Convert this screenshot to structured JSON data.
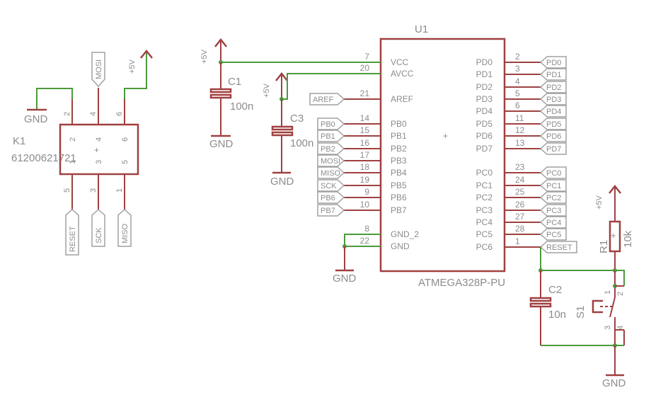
{
  "mcu": {
    "name": "U1",
    "value": "ATMEGA328P-PU",
    "left_pins": [
      {
        "num": "7",
        "name": "VCC"
      },
      {
        "num": "20",
        "name": "AVCC"
      },
      {
        "num": "21",
        "name": "AREF"
      },
      {
        "num": "14",
        "name": "PB0"
      },
      {
        "num": "15",
        "name": "PB1"
      },
      {
        "num": "16",
        "name": "PB2"
      },
      {
        "num": "17",
        "name": "PB3"
      },
      {
        "num": "18",
        "name": "PB4"
      },
      {
        "num": "19",
        "name": "PB5"
      },
      {
        "num": "9",
        "name": "PB6"
      },
      {
        "num": "10",
        "name": "PB7"
      },
      {
        "num": "8",
        "name": "GND_2"
      },
      {
        "num": "22",
        "name": "GND"
      }
    ],
    "right_pins": [
      {
        "num": "2",
        "name": "PD0"
      },
      {
        "num": "3",
        "name": "PD1"
      },
      {
        "num": "4",
        "name": "PD2"
      },
      {
        "num": "5",
        "name": "PD3"
      },
      {
        "num": "6",
        "name": "PD4"
      },
      {
        "num": "11",
        "name": "PD5"
      },
      {
        "num": "12",
        "name": "PD6"
      },
      {
        "num": "13",
        "name": "PD7"
      },
      {
        "num": "23",
        "name": "PC0"
      },
      {
        "num": "24",
        "name": "PC1"
      },
      {
        "num": "25",
        "name": "PC2"
      },
      {
        "num": "26",
        "name": "PC3"
      },
      {
        "num": "27",
        "name": "PC4"
      },
      {
        "num": "28",
        "name": "PC5"
      },
      {
        "num": "1",
        "name": "PC6"
      }
    ]
  },
  "left_labels": [
    "AREF",
    "PB0",
    "PB1",
    "PB2",
    "MOSI",
    "MISO",
    "SCK",
    "PB6",
    "PB7"
  ],
  "right_labels": [
    "PD0",
    "PD1",
    "PD2",
    "PD3",
    "PD4",
    "PD5",
    "PD6",
    "PD7",
    "PC0",
    "PC1",
    "PC2",
    "PC3",
    "PC4",
    "PC5",
    "RESET"
  ],
  "isp": {
    "name": "K1",
    "value": "61200621721",
    "top_pins": [
      "2",
      "4",
      "6"
    ],
    "bottom_pins": [
      "5",
      "3",
      "1"
    ],
    "inner_top": [
      "2",
      "4",
      "6"
    ],
    "inner_bottom": [
      "1",
      "3",
      "5"
    ],
    "top_labels": [
      "MOSI"
    ],
    "bottom_labels": [
      "RESET",
      "SCK",
      "MISO"
    ]
  },
  "c1": {
    "name": "C1",
    "value": "100n"
  },
  "c2": {
    "name": "C2",
    "value": "10n"
  },
  "c3": {
    "name": "C3",
    "value": "100n"
  },
  "r1": {
    "name": "R1",
    "value": "10k"
  },
  "s1": {
    "name": "S1",
    "pins": [
      "1",
      "2",
      "3",
      "4"
    ]
  },
  "power": {
    "vcc": "+5V",
    "gnd": "GND"
  }
}
